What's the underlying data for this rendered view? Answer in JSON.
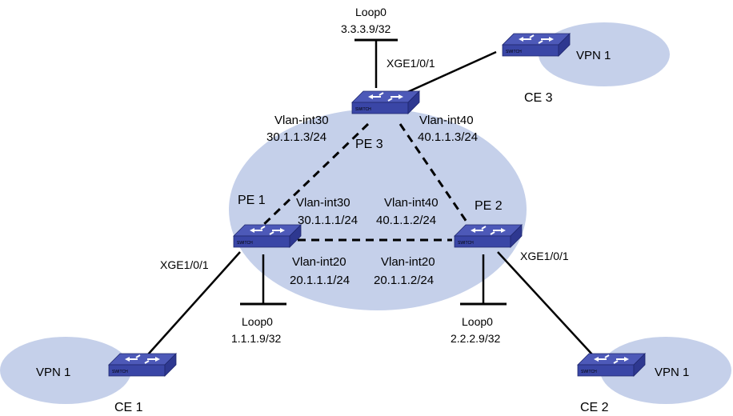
{
  "colors": {
    "cloud": "#c5d0ea",
    "switch_top": "#4d59b8",
    "switch_side": "#2e3890",
    "switch_front": "#3a46a6",
    "arrow": "#ffffff",
    "line": "#000000"
  },
  "devices": {
    "pe1": {
      "name": "PE 1",
      "tag": "SWITCH"
    },
    "pe2": {
      "name": "PE 2",
      "tag": "SWITCH"
    },
    "pe3": {
      "name": "PE 3",
      "tag": "SWITCH"
    },
    "ce1": {
      "name": "CE 1",
      "tag": "SWITCH"
    },
    "ce2": {
      "name": "CE 2",
      "tag": "SWITCH"
    },
    "ce3": {
      "name": "CE 3",
      "tag": "SWITCH"
    }
  },
  "vpns": {
    "vpn1_left": "VPN 1",
    "vpn1_right": "VPN 1",
    "vpn1_top": "VPN 1"
  },
  "loopbacks": {
    "pe3": {
      "name": "Loop0",
      "ip": "3.3.3.9/32"
    },
    "pe1": {
      "name": "Loop0",
      "ip": "1.1.1.9/32"
    },
    "pe2": {
      "name": "Loop0",
      "ip": "2.2.2.9/32"
    }
  },
  "interfaces": {
    "pe3_vlan30": {
      "name": "Vlan-int30",
      "ip": "30.1.1.3/24"
    },
    "pe3_vlan40": {
      "name": "Vlan-int40",
      "ip": "40.1.1.3/24"
    },
    "pe1_vlan30": {
      "name": "Vlan-int30",
      "ip": "30.1.1.1/24"
    },
    "pe2_vlan40": {
      "name": "Vlan-int40",
      "ip": "40.1.1.2/24"
    },
    "pe1_vlan20": {
      "name": "Vlan-int20",
      "ip": "20.1.1.1/24"
    },
    "pe2_vlan20": {
      "name": "Vlan-int20",
      "ip": "20.1.1.2/24"
    },
    "pe3_xge": "XGE1/0/1",
    "pe1_xge": "XGE1/0/1",
    "pe2_xge": "XGE1/0/1"
  }
}
